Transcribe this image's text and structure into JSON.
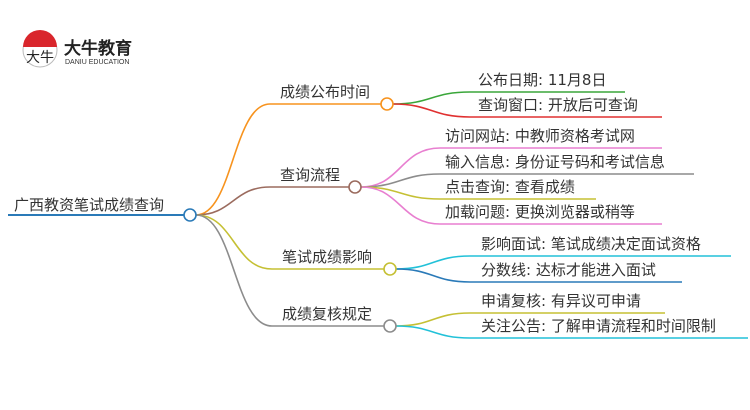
{
  "logo": {
    "cn": "大牛教育",
    "en": "DANIU EDUCATION",
    "mark": "大牛"
  },
  "colors": {
    "root": "#2a7ab8",
    "orange": "#f7931e",
    "brown": "#9b6b5e",
    "olive": "#c5c034",
    "gray": "#8c8c8c",
    "green": "#3aa63a",
    "red": "#e03030",
    "pink": "#e87fd0",
    "cyan": "#22c1d8",
    "blue": "#2a7ab8"
  },
  "root": {
    "label": "广西教资笔试成绩查询"
  },
  "branches": [
    {
      "label": "成绩公布时间",
      "children": [
        "公布日期: 11月8日",
        "查询窗口: 开放后可查询"
      ]
    },
    {
      "label": "查询流程",
      "children": [
        "访问网站: 中教师资格考试网",
        "输入信息: 身份证号码和考试信息",
        "点击查询: 查看成绩",
        "加载问题: 更换浏览器或稍等"
      ]
    },
    {
      "label": "笔试成绩影响",
      "children": [
        "影响面试: 笔试成绩决定面试资格",
        "分数线: 达标才能进入面试"
      ]
    },
    {
      "label": "成绩复核规定",
      "children": [
        "申请复核: 有异议可申请",
        "关注公告: 了解申请流程和时间限制"
      ]
    }
  ]
}
